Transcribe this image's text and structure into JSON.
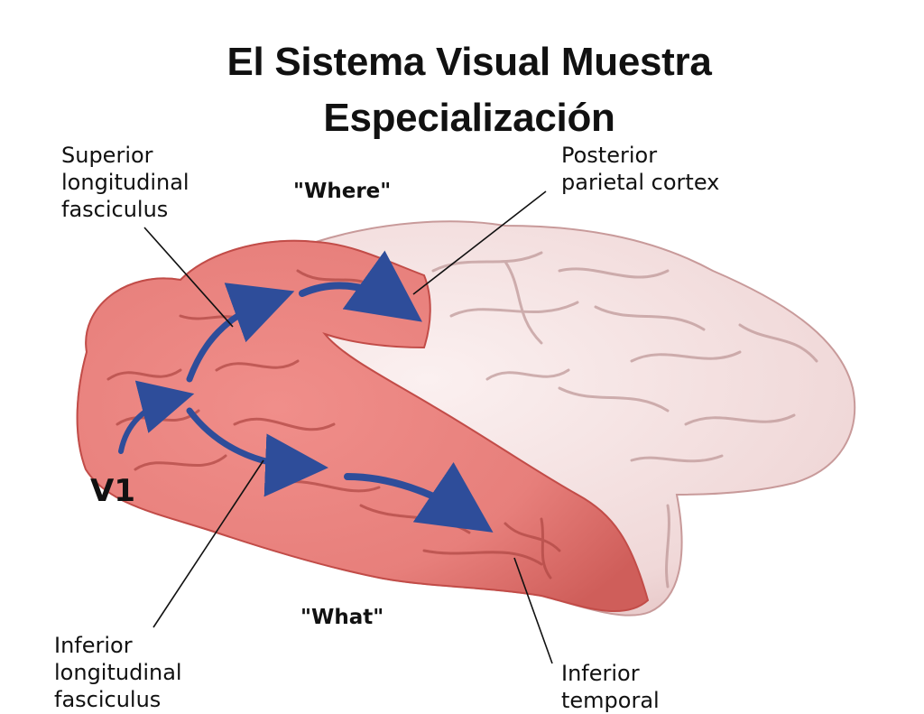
{
  "slide": {
    "title_lines": [
      "El Sistema Visual Muestra",
      "Especialización"
    ]
  },
  "diagram": {
    "labels": {
      "superior_longitudinal_fasciculus": [
        "Superior",
        "longitudinal",
        "fasciculus"
      ],
      "posterior_parietal_cortex": [
        "Posterior",
        "parietal cortex"
      ],
      "inferior_longitudinal_fasciculus": [
        "Inferior",
        "longitudinal",
        "fasciculus"
      ],
      "inferior_temporal": [
        "Inferior",
        "temporal"
      ],
      "v1": "V1",
      "where_stream": "\"Where\"",
      "what_stream": "\"What\""
    },
    "colors": {
      "highlight_region": "#e77f7b",
      "highlight_shadow": "#c9504c",
      "unhighlighted_brain": "#f2dede",
      "sulci": "#b96b6b",
      "arrows": "#2e4d9a",
      "leader_lines": "#111111"
    }
  }
}
